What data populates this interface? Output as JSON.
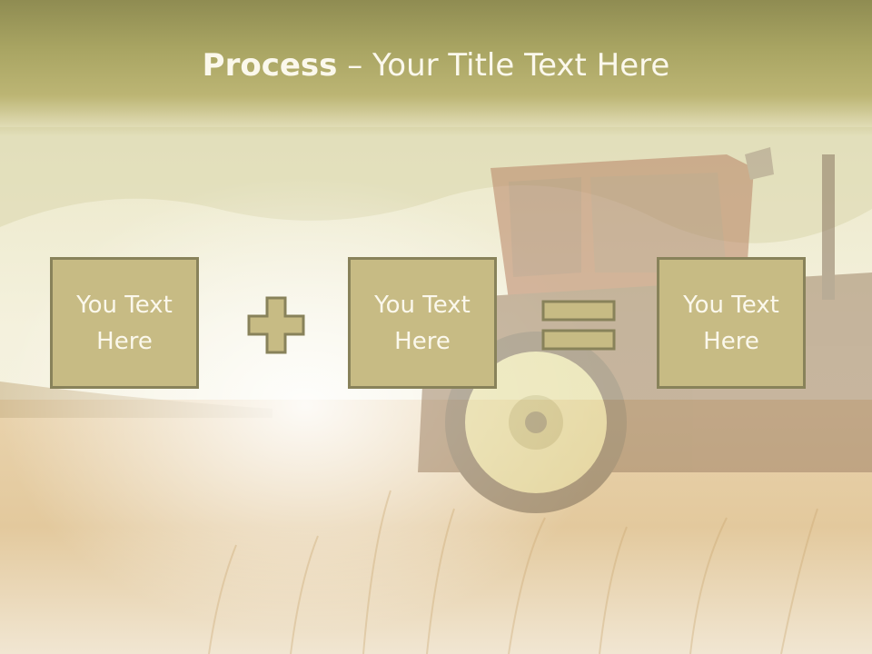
{
  "slide": {
    "title_bold": "Process",
    "title_dash": " – ",
    "title_rest": "Your Title Text Here",
    "boxes": [
      {
        "text": "You Text Here"
      },
      {
        "text": "You Text Here"
      },
      {
        "text": "You Text Here"
      }
    ],
    "operators": [
      "plus",
      "equals"
    ],
    "background_image": "tractor-in-wheat-field",
    "colors": {
      "title_band": "#a8a462",
      "box_fill": "#c7bb84",
      "box_border": "#88825a",
      "text": "#fbf8ec"
    }
  }
}
